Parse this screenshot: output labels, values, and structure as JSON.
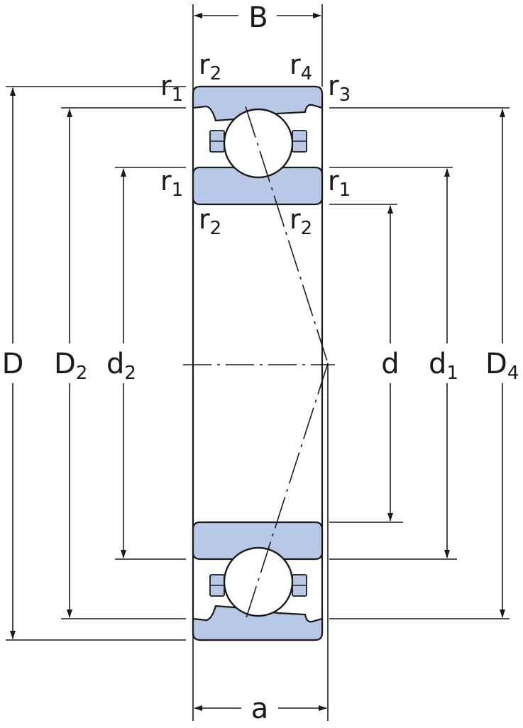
{
  "dimensions": {
    "B": "B",
    "a": "a",
    "D": "D",
    "D2": {
      "main": "D",
      "sub": "2"
    },
    "d2": {
      "main": "d",
      "sub": "2"
    },
    "d": "d",
    "d1": {
      "main": "d",
      "sub": "1"
    },
    "D4": {
      "main": "D",
      "sub": "4"
    }
  },
  "radii": {
    "r": "r",
    "s1": "1",
    "s2": "2",
    "s3": "3",
    "s4": "4"
  },
  "colors": {
    "ring_fill": "#b8c9e8",
    "line": "#1a1a1a"
  }
}
